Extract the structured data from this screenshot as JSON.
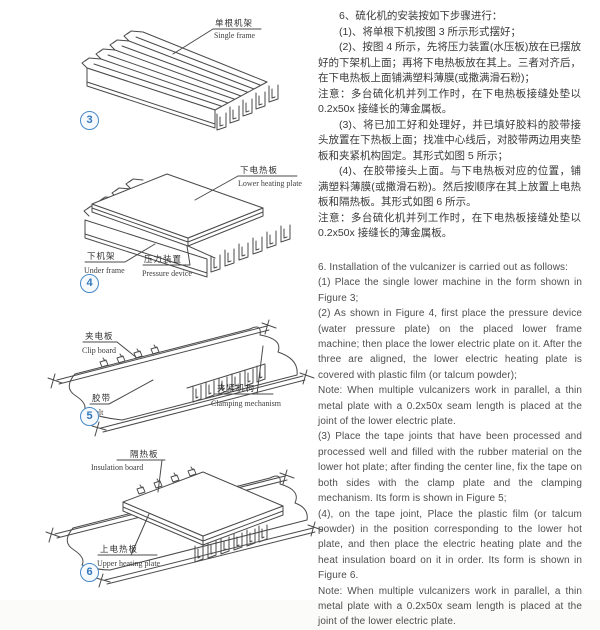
{
  "figures": [
    {
      "number": "3",
      "callouts": [
        {
          "zh": "单根机架",
          "en": "Single frame"
        }
      ]
    },
    {
      "number": "4",
      "callouts": [
        {
          "zh": "下电热板",
          "en": "Lower heating plate"
        },
        {
          "zh": "下机架",
          "en": "Under frame"
        },
        {
          "zh": "压力装置",
          "en": "Pressure device"
        }
      ]
    },
    {
      "number": "5",
      "callouts": [
        {
          "zh": "夹电板",
          "en": "Clip board"
        },
        {
          "zh": "胶带",
          "en": "Belt"
        },
        {
          "zh": "夹紧机构",
          "en": "Clamping mechanism"
        }
      ]
    },
    {
      "number": "6",
      "callouts": [
        {
          "zh": "隔热板",
          "en": "Insulation board"
        },
        {
          "zh": "上电热板",
          "en": "Upper heating plate"
        }
      ]
    }
  ],
  "chinese_instructions": {
    "paragraphs": [
      "6、硫化机的安装按如下步骤进行：",
      "(1)、将单根下机按图 3 所示形式摆好；",
      "(2)、按图 4 所示，先将压力装置(水压板)放在已摆放好的下架机上面；再将下电热板放在其上。三者对齐后，在下电热板上面铺满塑料薄膜(或撒满滑石粉)；",
      "注意：多台硫化机并列工作时，在下电热板接缝处垫以 0.2x50x 接缝长的薄金属板。",
      "(3)、将已加工好和处理好，并已填好胶料的胶带接头放置在下热板上面；找准中心线后，对胶带两边用夹垫板和夹紧机构固定。其形式如图 5 所示；",
      "(4)、在胶带接头上面。与下电热板对应的位置，铺满塑料薄膜(或撒滑石粉)。然后按顺序在其上放置上电热板和隔热板。其形式如图 6 所示。",
      "注意：多台硫化机并列工作时，在下电热板接缝处垫以 0.2x50x 接缝长的薄金属板。"
    ]
  },
  "english_instructions": {
    "paragraphs": [
      "6. Installation of the vulcanizer is carried out as follows:",
      "(1) Place the single lower machine in the form shown in Figure 3;",
      "(2) As shown in Figure 4, first place the pressure device (water pressure plate) on the placed lower frame machine; then place the lower electric plate on it. After the three are aligned, the lower electric heating plate is covered with plastic film (or talcum powder);",
      "Note: When multiple vulcanizers work in parallel, a thin metal plate with a 0.2x50x seam length is placed at the joint of the lower electric plate.",
      "(3) Place the tape joints that have been processed and processed well and filled with the rubber material on the lower hot plate; after finding the center line, fix the tape on both sides with the clamp plate and the clamping mechanism. Its form is shown in Figure 5;",
      "(4), on the tape joint, Place the plastic film (or talcum powder) in the position corresponding to the lower hot plate, and then place the electric heating plate and the heat insulation board on it in order. Its form is shown in Figure 6.",
      "Note: When multiple vulcanizers work in parallel, a thin metal plate with a 0.2x50x seam length is placed at the joint of the lower electric plate."
    ]
  },
  "colors": {
    "figure_number_blue": "#4788c7",
    "line_art": "#4a4a4a",
    "chinese_text": "#3a3a3a",
    "english_text": "#4e4e4e"
  }
}
